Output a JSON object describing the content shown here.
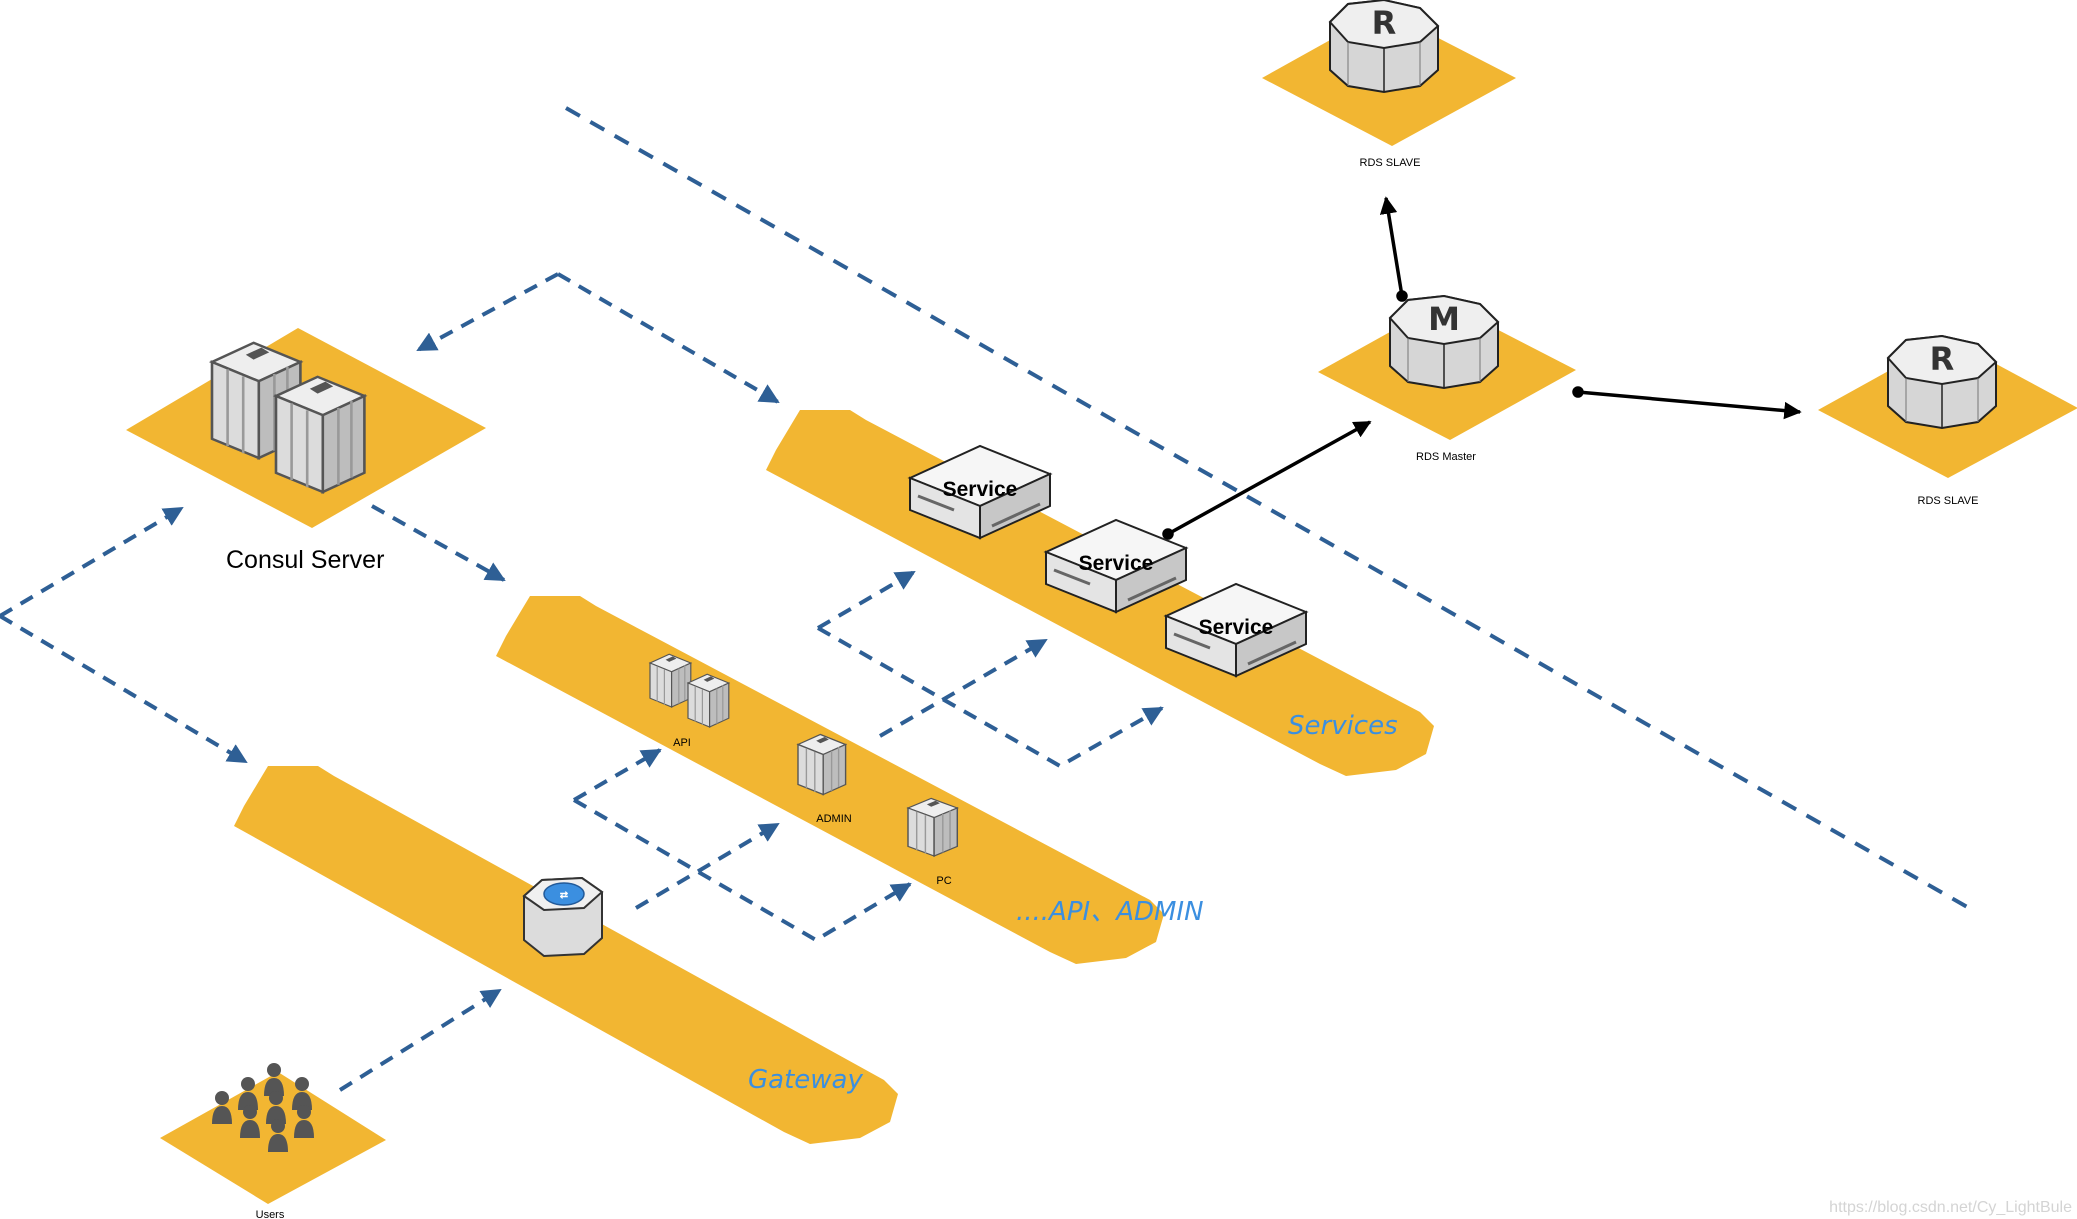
{
  "nodes": {
    "consul_label": "Consul Server",
    "service_labels": [
      "Service",
      "Service",
      "Service"
    ],
    "api_label": "API",
    "admin_label": "ADMIN",
    "pc_label": "PC",
    "users_label": "Users",
    "rds_master_label": "RDS Master",
    "rds_slave_top_label": "RDS SLAVE",
    "rds_slave_right_label": "RDS SLAVE",
    "master_letter": "M",
    "replica_letter": "R"
  },
  "bands": {
    "services_label": "Services",
    "api_admin_label": "....API、ADMIN",
    "gateway_label": "Gateway"
  },
  "watermark": "https://blog.csdn.net/Cy_LightBule",
  "colors": {
    "platform": "#f2b632",
    "dashed_arrow": "#2e5f95",
    "band_text": "#3b8fe0",
    "server_gray": "#d8d8d8"
  }
}
